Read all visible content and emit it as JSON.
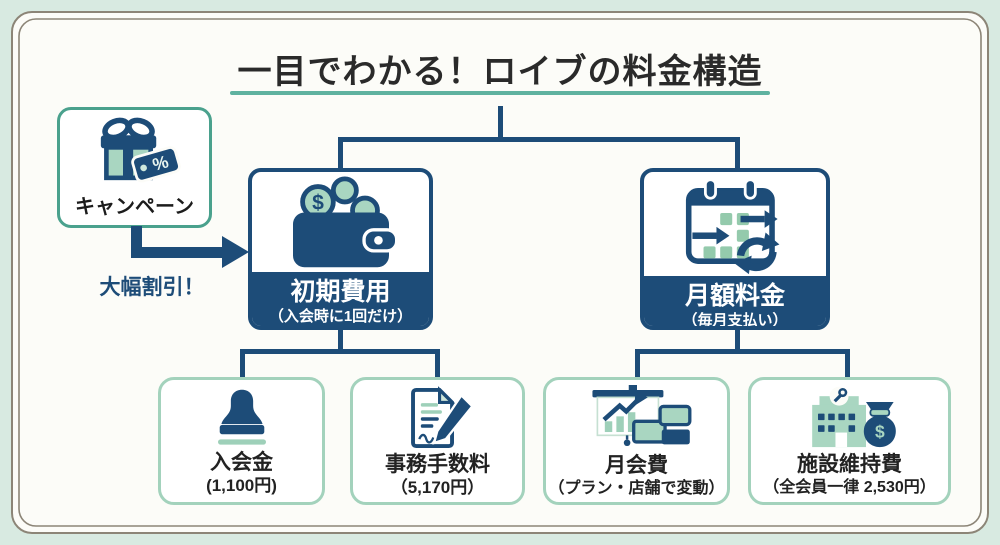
{
  "title": {
    "text": "一目でわかる！ロイブの料金構造"
  },
  "campaign": {
    "label": "キャンペーン",
    "note": "大幅割引！",
    "icon": "gift-discount-icon"
  },
  "branches": {
    "initial": {
      "title": "初期費用",
      "subtitle": "（入会時に1回だけ）",
      "icon": "wallet-coins-icon",
      "children": [
        {
          "label": "入会金",
          "amount": "(1,100円)",
          "icon": "stamp-icon"
        },
        {
          "label": "事務手数料",
          "amount": "（5,170円）",
          "icon": "document-pen-icon"
        }
      ]
    },
    "monthly": {
      "title": "月額料金",
      "subtitle": "（毎月支払い）",
      "icon": "calendar-recurring-icon",
      "children": [
        {
          "label": "月会費",
          "amount": "（プラン・店舗で変動）",
          "icon": "price-chart-icon"
        },
        {
          "label": "施設維持費",
          "amount": "（全会員一律 2,530円）",
          "icon": "building-moneybag-icon"
        }
      ]
    }
  },
  "colors": {
    "navy": "#1d4c78",
    "teal": "#4aa18d",
    "mint": "#a9d6c1",
    "green_square": "#94caac",
    "border": "#a3d2bc",
    "underline": "#5fb2a0",
    "bg": "#d8eae1",
    "card": "#fcfcf8",
    "frame": "#8c8577"
  }
}
